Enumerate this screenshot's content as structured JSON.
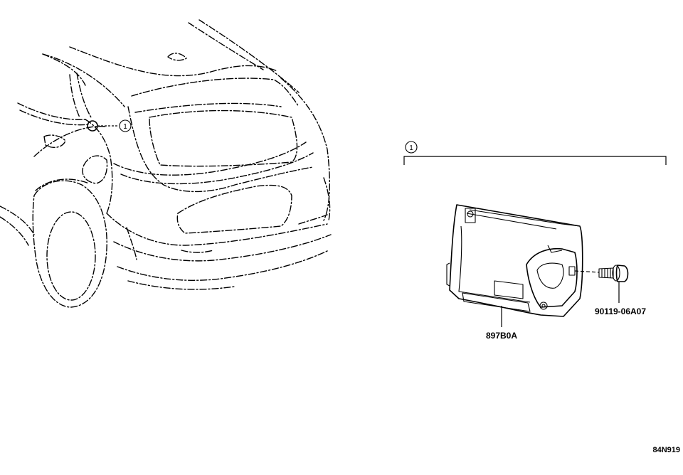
{
  "diagram": {
    "callout_number": "1",
    "parts": [
      {
        "part_number": "897B0A"
      },
      {
        "part_number": "90119-06A07"
      }
    ],
    "reference_code": "84N919"
  }
}
